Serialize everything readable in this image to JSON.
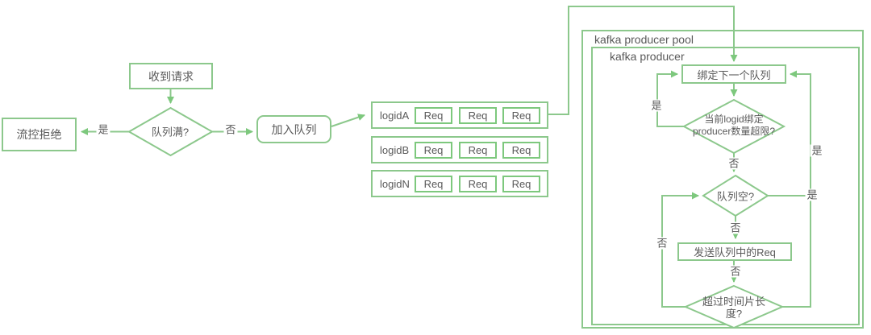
{
  "diagram_title": "request queue / kafka producer pool flowchart",
  "colors": {
    "line_green": "#8CC88C",
    "req_border_green": "#7DC87D",
    "text_gray": "#595959",
    "background": "#ffffff"
  },
  "labels": {
    "yes": "是",
    "no": "否"
  },
  "nodes": {
    "receive_request": "收到请求",
    "queue_full": "队列满?",
    "flow_reject": "流控拒绝",
    "join_queue": "加入队列",
    "bind_next_queue": "绑定下一个队列",
    "producer_limit_check": "当前logid绑定producer数量超限?",
    "queue_empty": "队列空?",
    "send_req": "发送队列中的Req",
    "time_slice_check": "超过时间片长度?"
  },
  "containers": {
    "pool": "kafka producer pool",
    "producer": "kafka producer"
  },
  "queues": [
    {
      "label": "logidA",
      "items": [
        "Req",
        "Req",
        "Req"
      ]
    },
    {
      "label": "logidB",
      "items": [
        "Req",
        "Req",
        "Req"
      ]
    },
    {
      "label": "logidN",
      "items": [
        "Req",
        "Req",
        "Req"
      ]
    }
  ]
}
